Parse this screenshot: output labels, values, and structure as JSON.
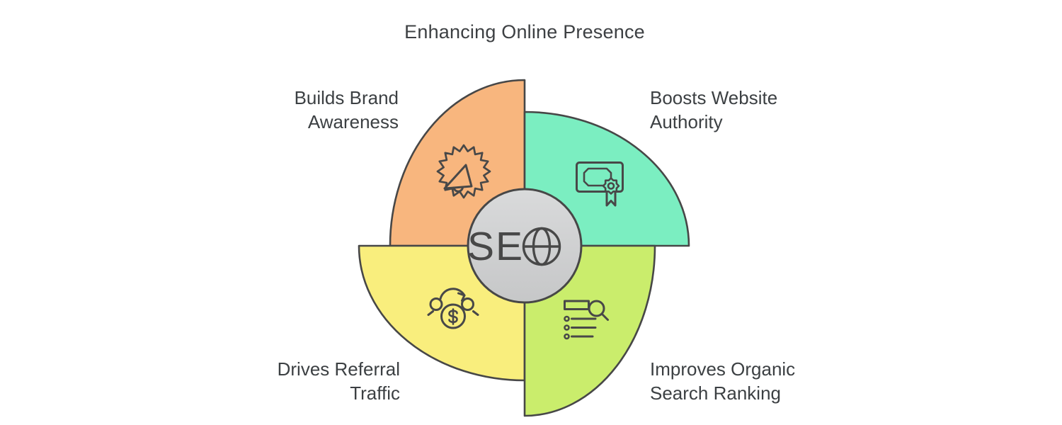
{
  "title": "Enhancing Online Presence",
  "center": {
    "label": "SE",
    "icon": "globe-icon"
  },
  "colors": {
    "outline": "#474747",
    "icon_stroke": "#484848",
    "text": "#3c4043",
    "center_top": "#d9dadb",
    "center_bottom": "#c6c7c8"
  },
  "segments": [
    {
      "id": "brand-awareness",
      "label": "Builds Brand\nAwareness",
      "icon": "megaphone-burst-icon",
      "color": "#F8B67E",
      "position": "top-left"
    },
    {
      "id": "website-authority",
      "label": "Boosts Website\nAuthority",
      "icon": "certificate-icon",
      "color": "#7BEEC1",
      "position": "top-right"
    },
    {
      "id": "referral-traffic",
      "label": "Drives Referral\nTraffic",
      "icon": "money-exchange-icon",
      "color": "#F9EE7D",
      "position": "bottom-left"
    },
    {
      "id": "search-ranking",
      "label": "Improves Organic\nSearch Ranking",
      "icon": "search-list-icon",
      "color": "#CAED6C",
      "position": "bottom-right"
    }
  ]
}
